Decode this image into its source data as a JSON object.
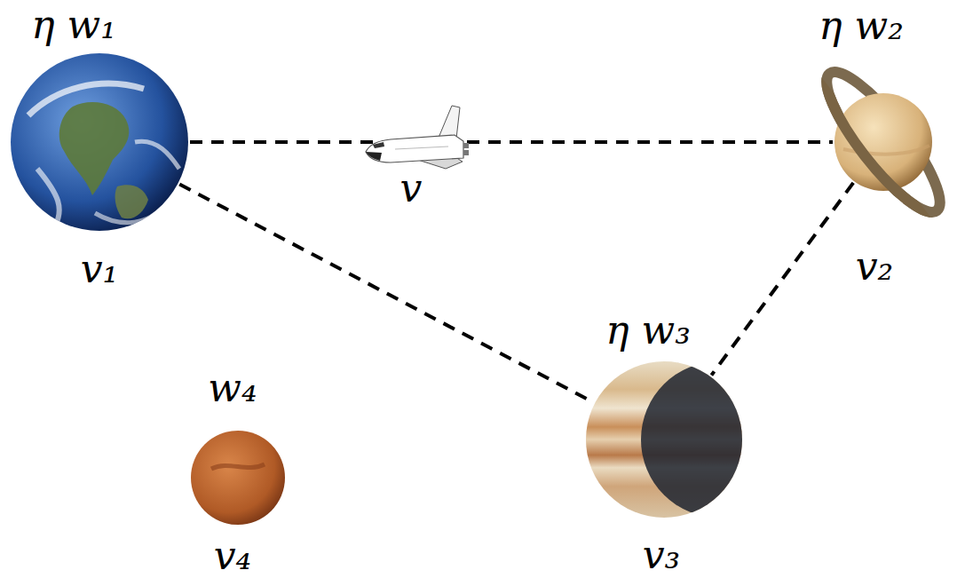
{
  "diagram": {
    "nodes": [
      {
        "text": [
          "η w₁",
          "v₁"
        ]
      },
      {
        "text": [
          "η w₂",
          "v₂"
        ]
      },
      {
        "text": [
          "η w₃",
          "v₃"
        ]
      },
      {
        "text": [
          "w₄",
          "v₄"
        ]
      }
    ],
    "edges": [
      {
        "from": 0,
        "to": 1,
        "arrow": "none",
        "label": "v"
      },
      {
        "from": 0,
        "to": 2,
        "arrow": "none"
      },
      {
        "from": 1,
        "to": 2,
        "arrow": "none"
      }
    ]
  }
}
